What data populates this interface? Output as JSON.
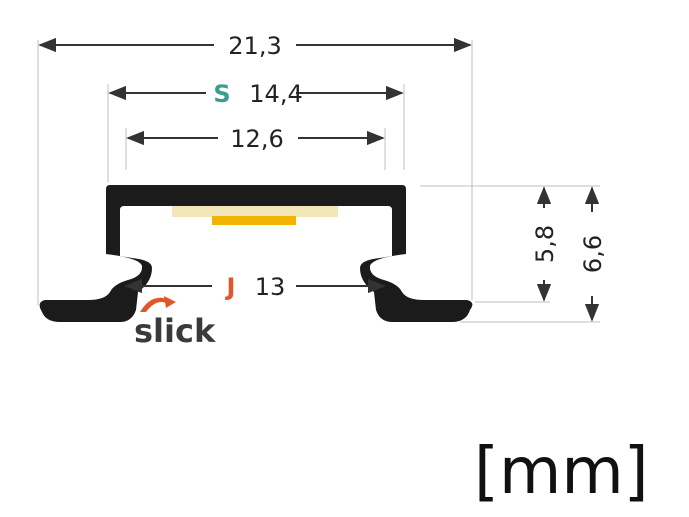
{
  "dimensions": {
    "total_width": "21,3",
    "s_width": "14,4",
    "inner_width": "12,6",
    "j_width": "13",
    "inner_height": "5,8",
    "total_height": "6,6"
  },
  "markers": {
    "s": "S",
    "j": "J"
  },
  "logo": {
    "text": "slick"
  },
  "units": "[mm]",
  "colors": {
    "profile": "#1b1b1b",
    "dimension_line": "#333333",
    "guide_line": "#bfbfbf",
    "marker_s": "#3b9d8c",
    "marker_j": "#e0572a",
    "logo_swoosh": "#e0572a",
    "led_strip": "#f2e6b8",
    "led_chip": "#f2b400"
  }
}
